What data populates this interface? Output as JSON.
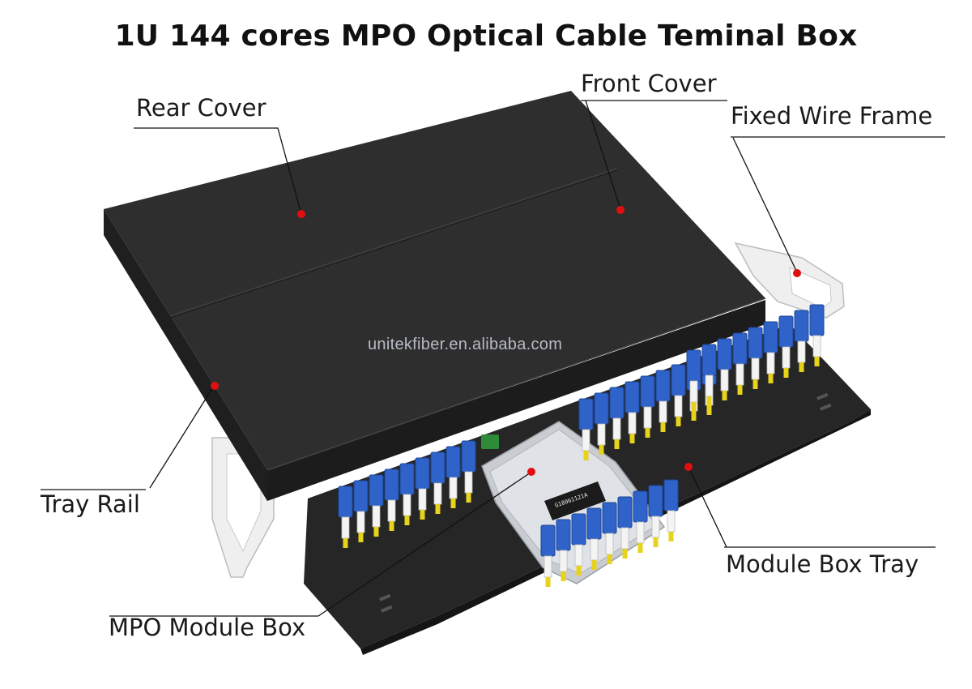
{
  "title": "1U 144 cores MPO Optical Cable Teminal Box",
  "watermark": "unitekfiber.en.alibaba.com",
  "labels": {
    "rear_cover": "Rear Cover",
    "front_cover": "Front Cover",
    "fixed_wire_frame": "Fixed Wire Frame",
    "tray_rail": "Tray Rail",
    "module_box_tray": "Module Box Tray",
    "mpo_module_box": "MPO Module Box"
  },
  "module_serial": "G18061121A",
  "colors": {
    "chassis": "#2a2a2a",
    "chassis_top": "#333333",
    "adapter_blue": "#2f63c9",
    "ferrule_yellow": "#e7d21c",
    "marker_red": "#e01010",
    "bracket_white": "#f2f2f2",
    "mpo_adapter_green": "#2e8b3a"
  }
}
